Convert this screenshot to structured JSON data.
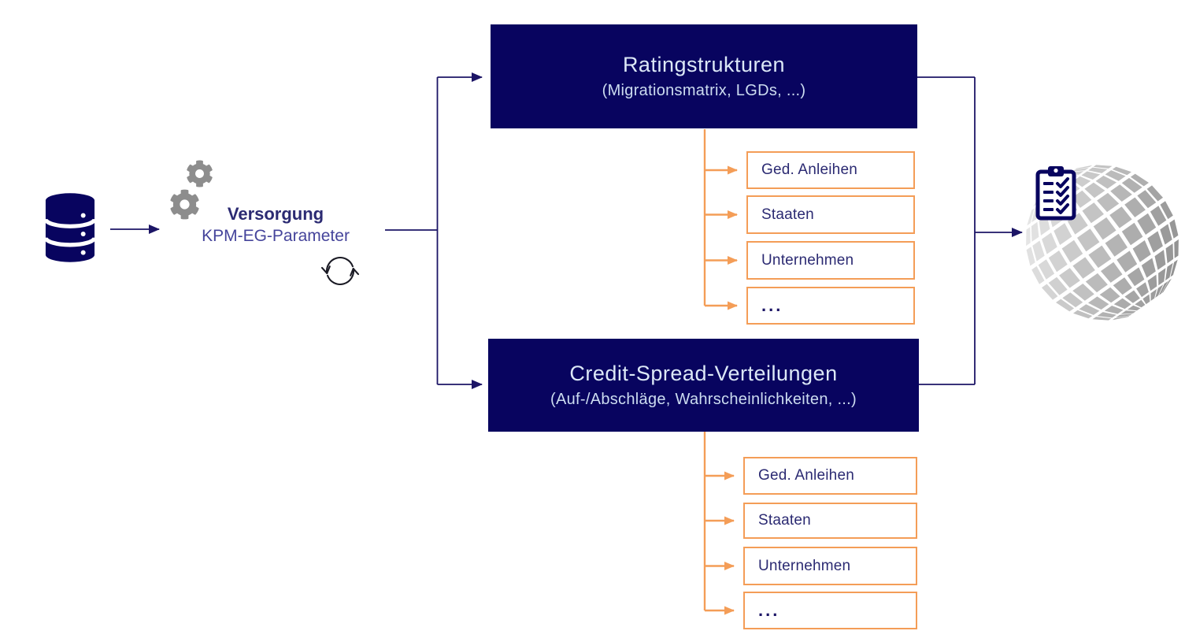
{
  "diagram": {
    "source": {
      "icon": "database-icon"
    },
    "process": {
      "title": "Versorgung",
      "subtitle": "KPM-EG-Parameter",
      "icons": [
        "gears-icon",
        "sync-icon"
      ]
    },
    "groups": [
      {
        "title": "Ratingstrukturen",
        "subtitle": "(Migrationsmatrix, LGDs, ...)",
        "items": [
          {
            "label": "Ged. Anleihen"
          },
          {
            "label": "Staaten"
          },
          {
            "label": "Unternehmen"
          },
          {
            "label": "..."
          }
        ]
      },
      {
        "title": "Credit-Spread-Verteilungen",
        "subtitle": "(Auf-/Abschläge, Wahrscheinlichkeiten, ...)",
        "items": [
          {
            "label": "Ged. Anleihen"
          },
          {
            "label": "Staaten"
          },
          {
            "label": "Unternehmen"
          },
          {
            "label": "..."
          }
        ]
      }
    ],
    "target": {
      "icons": [
        "clipboard-checklist-icon",
        "globe-icon"
      ]
    },
    "colors": {
      "box_navy": "#08045f",
      "line_navy": "#1c1566",
      "orange": "#f49d57",
      "gear_gray": "#8d8d8d",
      "box_text_light": "#dce8f7",
      "label_navy": "#2b2a72"
    }
  }
}
